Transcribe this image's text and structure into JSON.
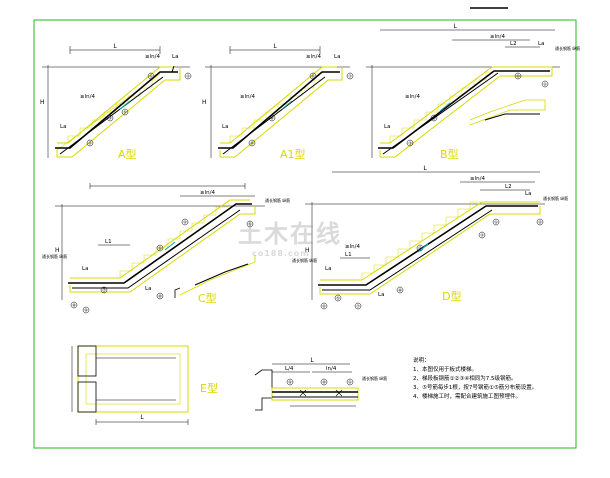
{
  "drawing": {
    "type_labels": {
      "a": "A型",
      "a1": "A1型",
      "b": "B型",
      "c": "C型",
      "d": "D型",
      "e": "E型"
    },
    "dims": {
      "L": "L",
      "H": "H",
      "La": "La",
      "L1": "L1",
      "L2": "L2",
      "ln4": "≥ln/4",
      "l4": "L/4",
      "lnr": "ln/4"
    },
    "callouts": [
      "①",
      "②",
      "③",
      "④",
      "⑤",
      "⑥",
      "⑦",
      "⑧",
      "⑨",
      "⑩"
    ],
    "side_note": "通长钢筋 纵筋",
    "notes": {
      "title": "说明：",
      "items": [
        "1、本图仅用于板式楼梯。",
        "2、梯段板钢筋①②③④相同为7.5级钢筋。",
        "3、⑤号筋每步1根，按7号钢筋①⑤筋分布筋设置。",
        "4、楼梯施工时，需配合建筑施工图预埋件。"
      ]
    },
    "watermark": {
      "main": "土木在线",
      "sub": "co188.com"
    },
    "colors": {
      "border": "#22bb22",
      "yellow": "#d8d800",
      "cyan": "#00b0b0",
      "rebar": "#000000",
      "label": "#d8d800"
    }
  }
}
